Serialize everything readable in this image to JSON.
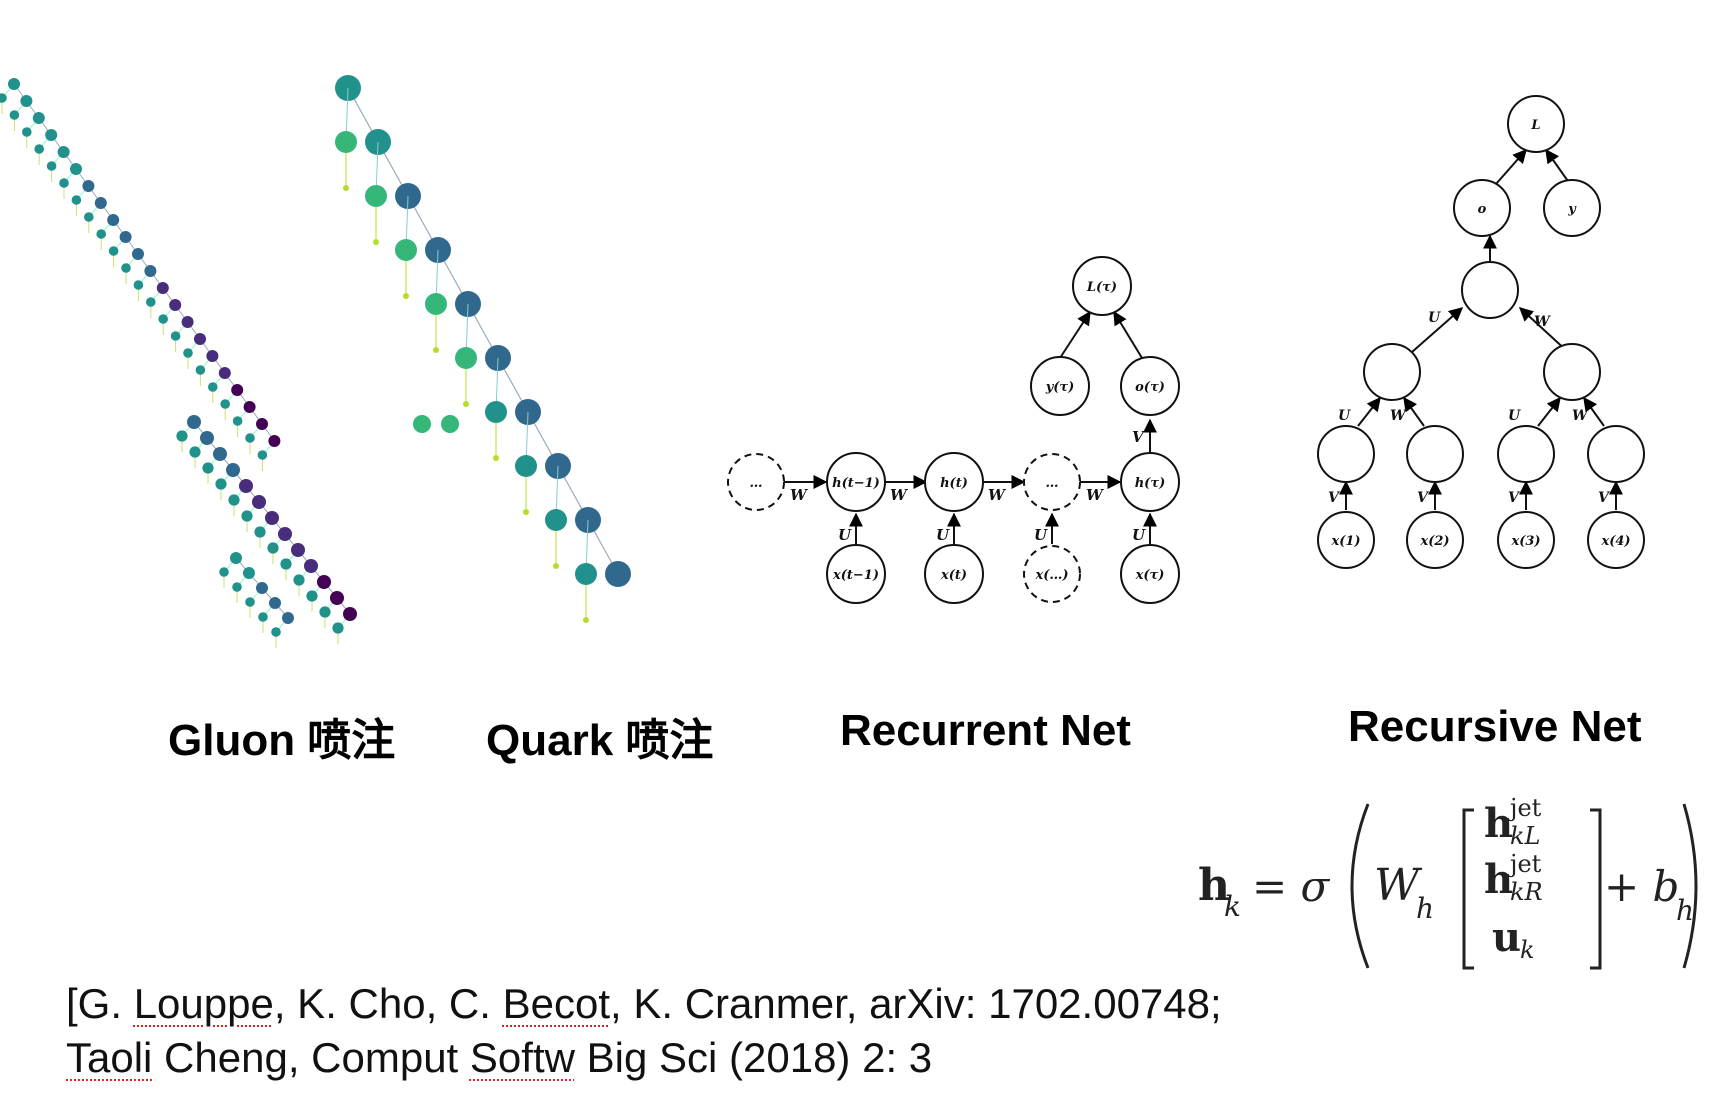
{
  "captions": {
    "gluon": "Gluon 喷注",
    "quark": "Quark 喷注",
    "recurrent": "Recurrent Net",
    "recursive": "Recursive Net"
  },
  "recurrent_net": {
    "loss": "L(τ)",
    "target": "y(τ)",
    "output": "o(τ)",
    "hidden_prev": "h(t−1)",
    "hidden_t": "h(t)",
    "hidden_tau": "h(τ)",
    "ellipsis": "…",
    "input_prev": "x(t−1)",
    "input_t": "x(t)",
    "input_ellipsis": "x(…)",
    "input_tau": "x(τ)",
    "weight_w": "W",
    "weight_u": "U",
    "weight_v": "V"
  },
  "recursive_net": {
    "loss": "L",
    "output": "o",
    "target": "y",
    "inputs": [
      "x(1)",
      "x(2)",
      "x(3)",
      "x(4)"
    ],
    "weight_u": "U",
    "weight_w": "W",
    "weight_v": "V"
  },
  "formula": {
    "lhs": "h",
    "lhs_sub": "k",
    "equals_sigma": "= σ",
    "weight": "W",
    "weight_sub": "h",
    "row1": "h",
    "row1_sup": "jet",
    "row1_sub": "kL",
    "row2": "h",
    "row2_sup": "jet",
    "row2_sub": "kR",
    "row3": "u",
    "row3_sub": "k",
    "plus_bias": "+ b",
    "bias_sub": "h"
  },
  "reference": {
    "line1_open": "[G. ",
    "line1_author1": "Louppe",
    "line1_mid": ", K. Cho, C. ",
    "line1_author3": "Becot",
    "line1_end": ", K. Cranmer, arXiv: 1702.00748;",
    "line2_author": "Taoli",
    "line2_mid": " Cheng, Comput ",
    "line2_word": "Softw",
    "line2_end": " Big Sci (2018) 2: 3"
  },
  "colors": {
    "viridis_dark": "#440154",
    "viridis_purple": "#472d7b",
    "viridis_blue": "#31688e",
    "viridis_teal": "#21918c",
    "viridis_green": "#35b779",
    "viridis_lime": "#b5de2b",
    "squiggle": "#d8242a"
  }
}
